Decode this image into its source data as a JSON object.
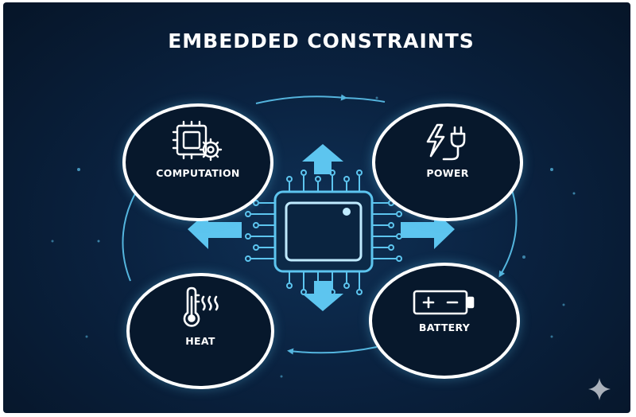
{
  "title": "EMBEDDED CONSTRAINTS",
  "accent_color": "#5dc5ef",
  "background_color": "#0a2240",
  "nodes": {
    "computation": {
      "label": "COMPUTATION",
      "icon": "cpu-gear-icon"
    },
    "power": {
      "label": "POWER",
      "icon": "lightning-plug-icon"
    },
    "heat": {
      "label": "HEAT",
      "icon": "thermometer-icon"
    },
    "battery": {
      "label": "BATTERY",
      "icon": "battery-icon"
    }
  },
  "center_icon": "microchip-icon",
  "watermark_icon": "sparkle-icon"
}
